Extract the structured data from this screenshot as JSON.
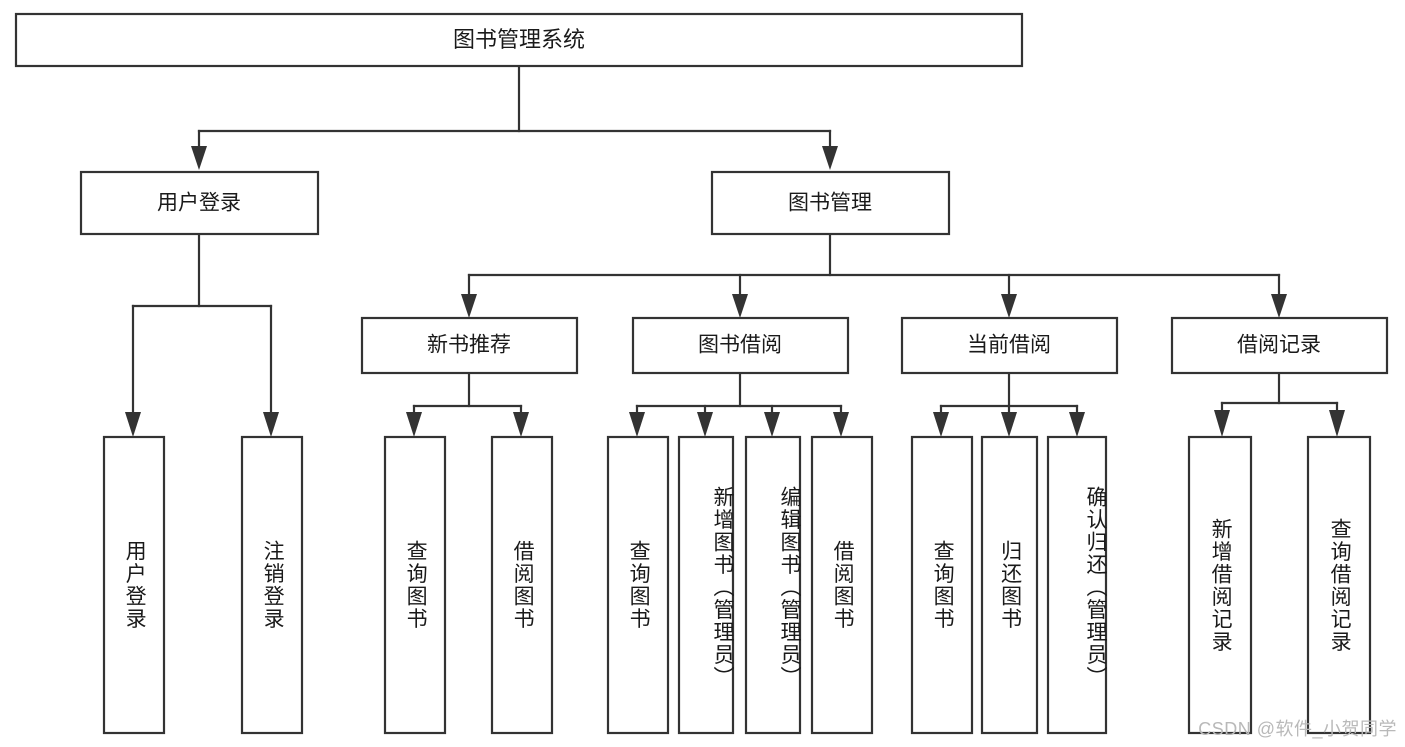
{
  "diagram": {
    "title": "图书管理系统",
    "root": {
      "label": "图书管理系统"
    },
    "level1": [
      {
        "label": "用户登录"
      },
      {
        "label": "图书管理"
      }
    ],
    "level2": [
      {
        "label": "新书推荐"
      },
      {
        "label": "图书借阅"
      },
      {
        "label": "当前借阅"
      },
      {
        "label": "借阅记录"
      }
    ],
    "leaves": {
      "user_login": [
        {
          "label": "用户登录"
        },
        {
          "label": "注销登录"
        }
      ],
      "new_book_recommend": [
        {
          "label": "查询图书"
        },
        {
          "label": "借阅图书"
        }
      ],
      "book_borrow": [
        {
          "label": "查询图书"
        },
        {
          "label": "新增图书（管理员）"
        },
        {
          "label": "编辑图书（管理员）"
        },
        {
          "label": "借阅图书"
        }
      ],
      "current_borrow": [
        {
          "label": "查询图书"
        },
        {
          "label": "归还图书"
        },
        {
          "label": "确认归还（管理员）"
        }
      ],
      "borrow_record": [
        {
          "label": "新增借阅记录"
        },
        {
          "label": "查询借阅记录"
        }
      ]
    }
  },
  "watermark": {
    "text": "CSDN @软件_小贺同学"
  },
  "colors": {
    "box_stroke": "#333333",
    "box_fill": "#ffffff",
    "text": "#1a1a1a",
    "watermark": "#b9b9b9",
    "background": "#ffffff"
  }
}
